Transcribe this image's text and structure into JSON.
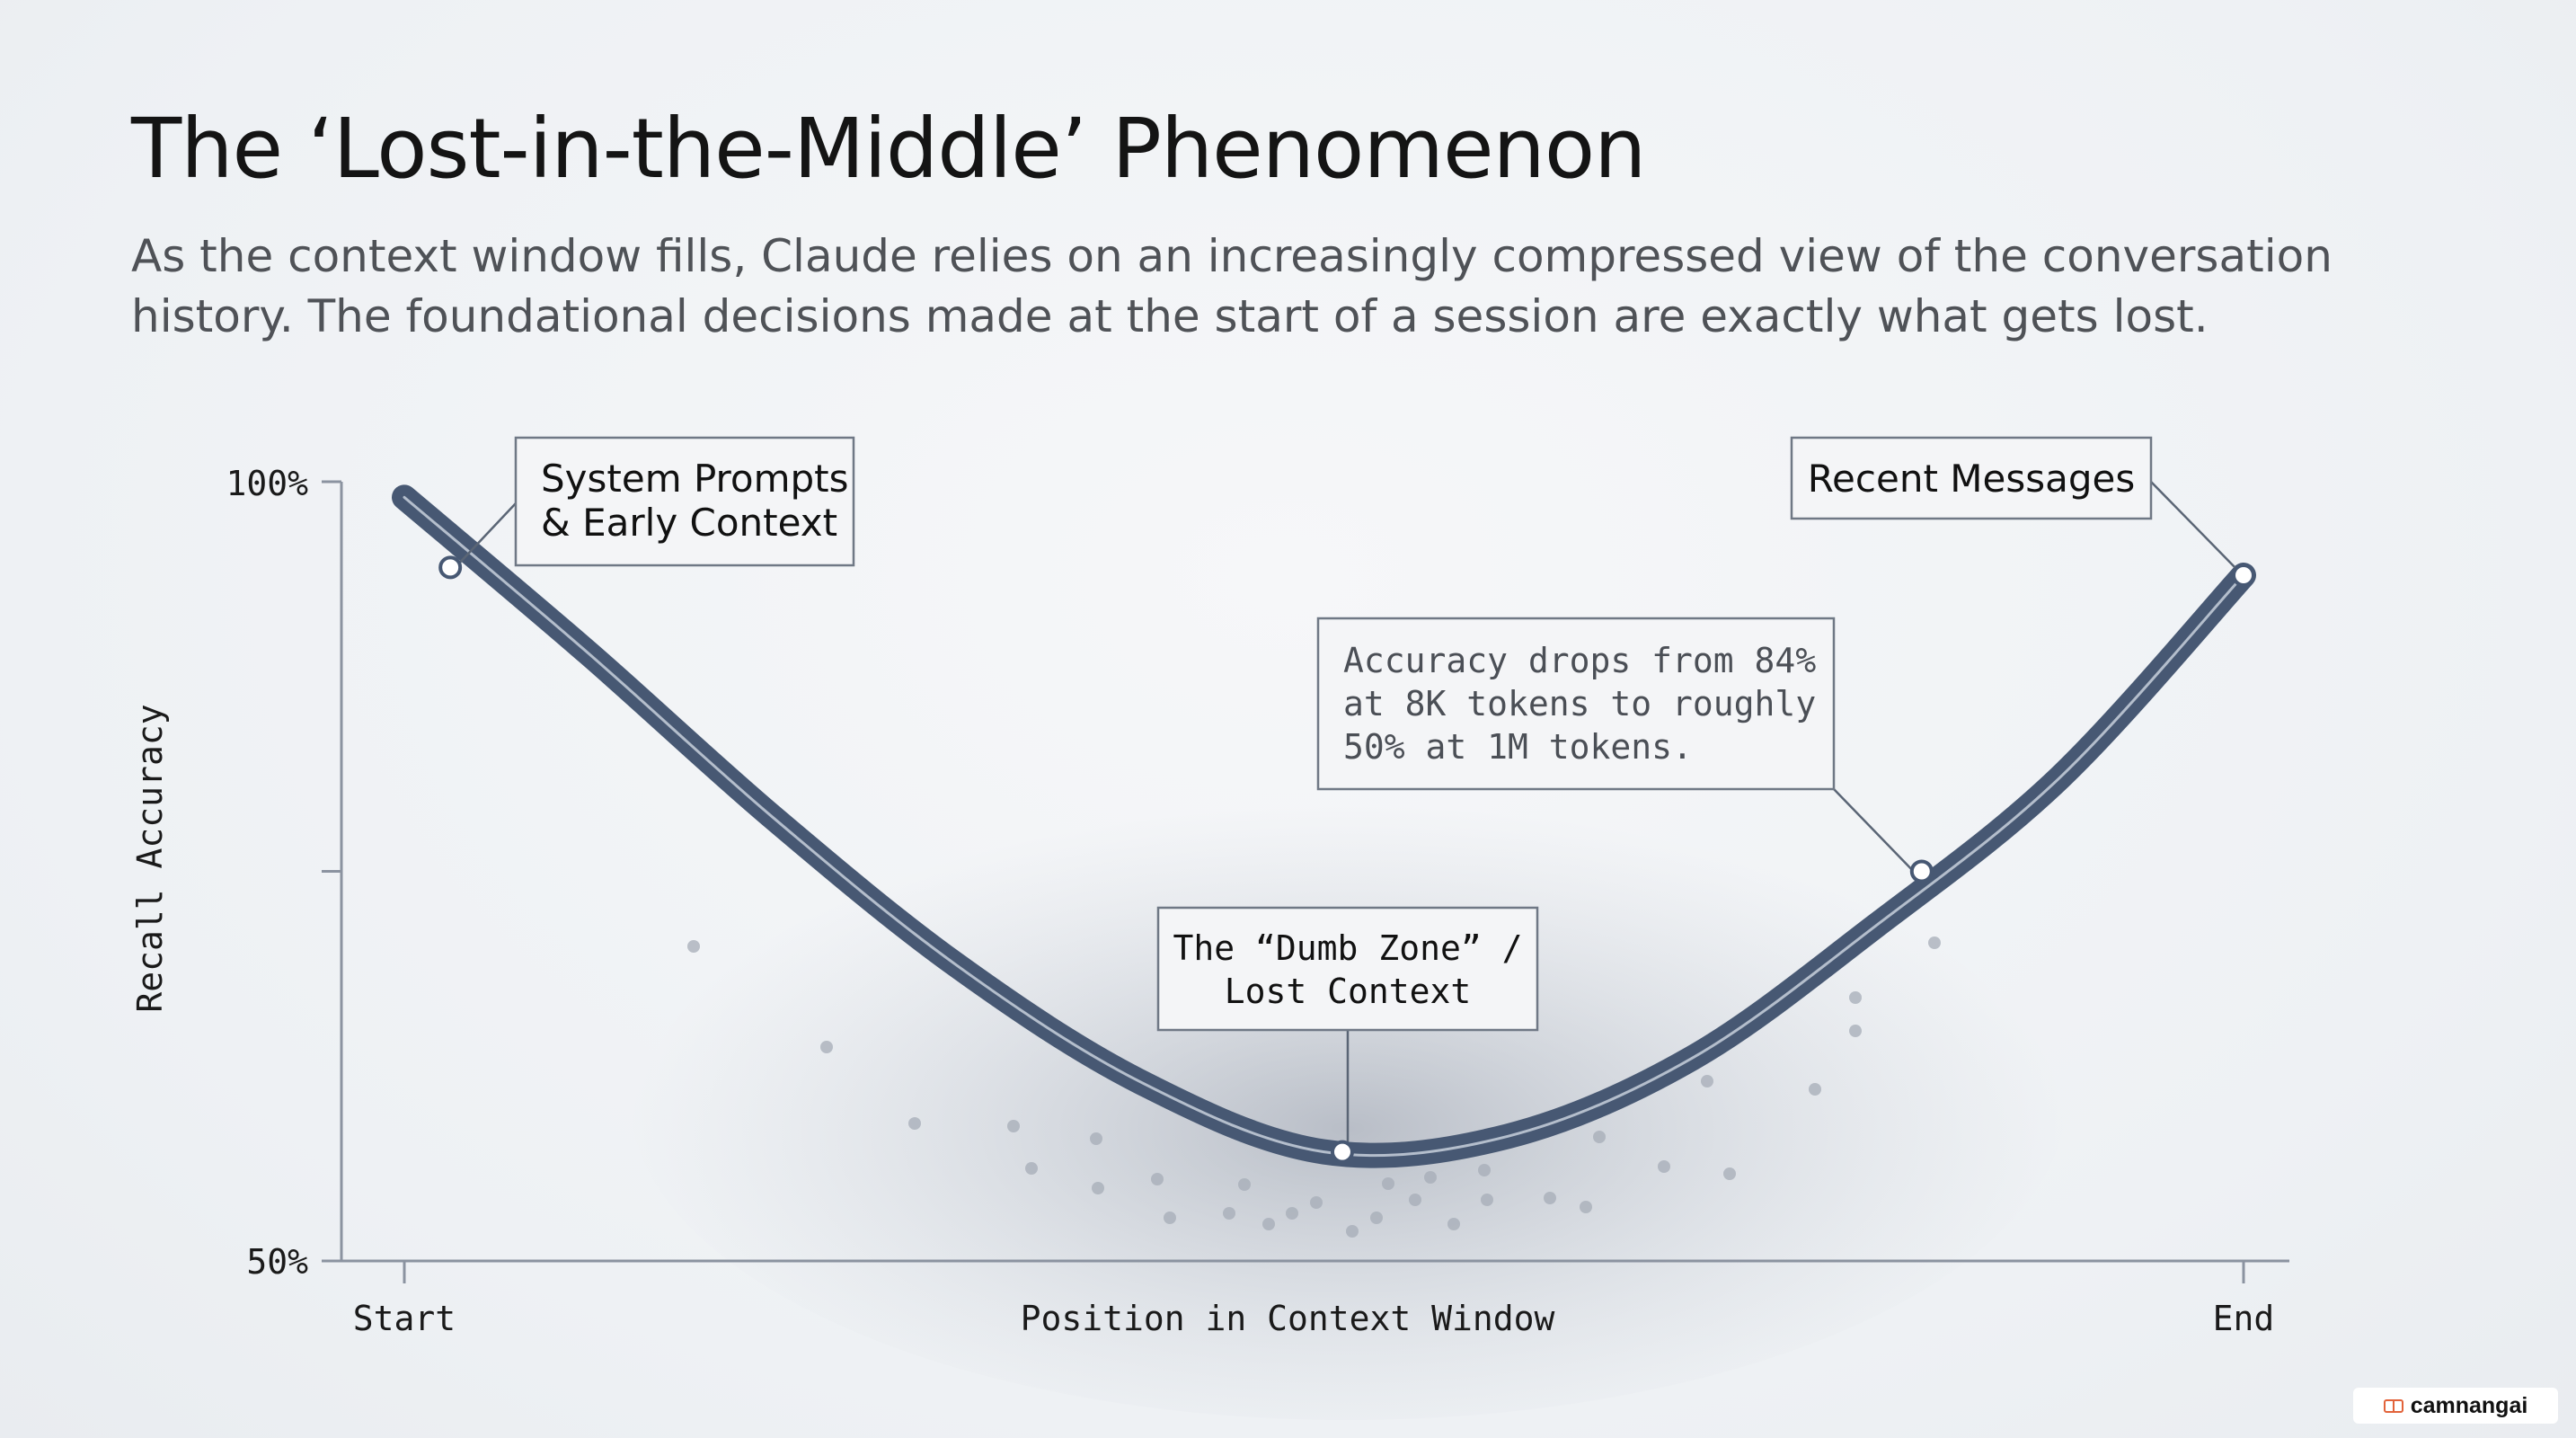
{
  "header": {
    "title": "The ‘Lost-in-the-Middle’ Phenomenon",
    "subtitle": "As the context window fills, Claude relies on an increasingly compressed view of the conversation history. The foundational decisions made at the start of a session are exactly what gets lost."
  },
  "chart_data": {
    "type": "line",
    "xlabel": "Position in Context Window",
    "ylabel": "Recall Accuracy",
    "x_tick_labels": [
      "Start",
      "End"
    ],
    "y_tick_labels": [
      "100%",
      "50%"
    ],
    "xlim": [
      0,
      1
    ],
    "ylim": [
      50,
      100
    ],
    "grid": false,
    "series": [
      {
        "x": [
          0,
          0.1,
          0.2,
          0.3,
          0.4,
          0.5,
          0.6,
          0.7,
          0.8,
          0.9,
          1.0
        ],
        "values": [
          99,
          89,
          78.5,
          69,
          61.5,
          57,
          58,
          63,
          71.5,
          81,
          94
        ]
      }
    ],
    "annotations": [
      {
        "text": "System Prompts\n& Early Context",
        "x": 0.025,
        "y": 94.5
      },
      {
        "text": "The “Dumb Zone” /\nLost Context",
        "x": 0.51,
        "y": 57
      },
      {
        "text": "Accuracy drops from 84%\nat 8K tokens to roughly\n50% at 1M tokens.",
        "x": 0.825,
        "y": 75
      },
      {
        "text": "Recent Messages",
        "x": 1.0,
        "y": 94
      }
    ],
    "colors": {
      "curve": "#475873",
      "curve_highlight": "#c8d0dc",
      "axis": "#8b93a0",
      "text": "#1a1a1a"
    }
  },
  "watermark": {
    "text": "camnangai"
  }
}
